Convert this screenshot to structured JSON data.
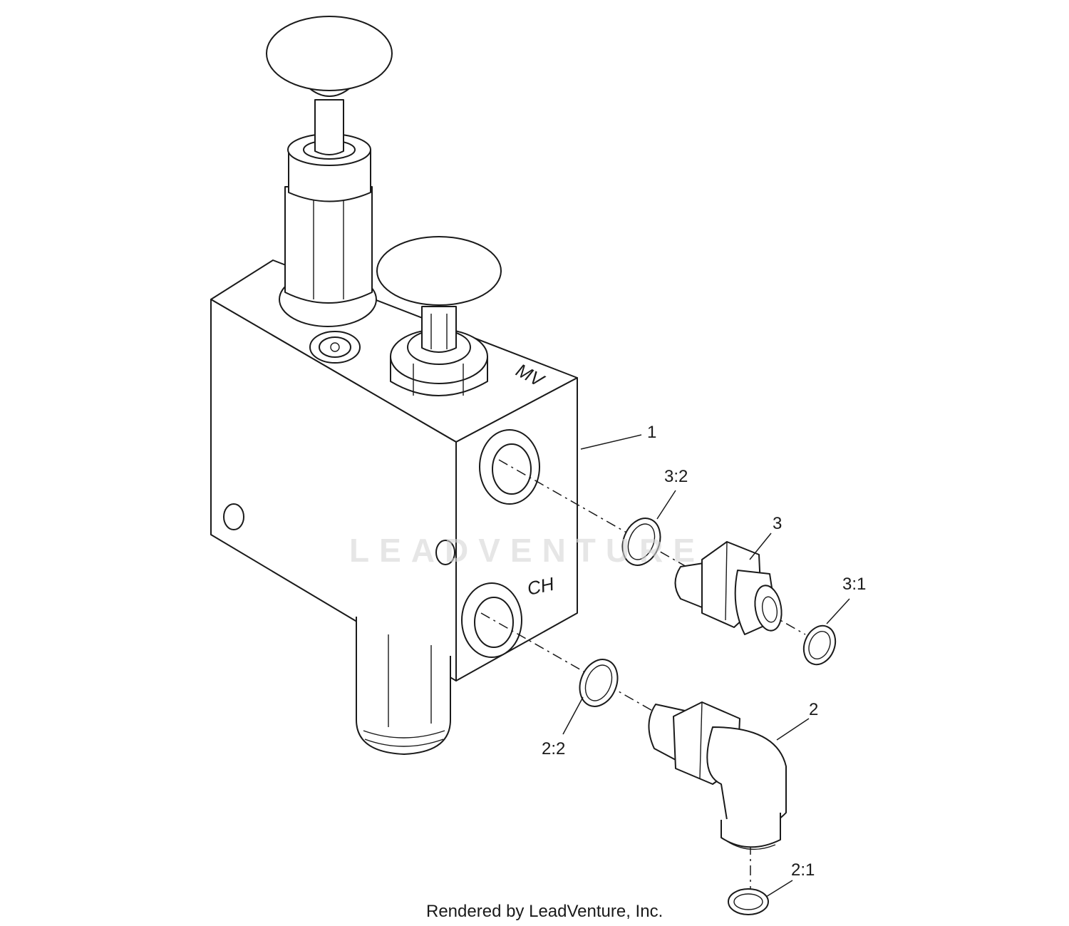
{
  "watermark": {
    "text": "LEADVENTURE"
  },
  "footer": {
    "text": "Rendered by LeadVenture, Inc."
  },
  "ports": {
    "mv": "MV",
    "ch": "CH"
  },
  "callouts": {
    "c1": "1",
    "c2": "2",
    "c3": "3",
    "c2_1": "2:1",
    "c2_2": "2:2",
    "c3_1": "3:1",
    "c3_2": "3:2"
  }
}
